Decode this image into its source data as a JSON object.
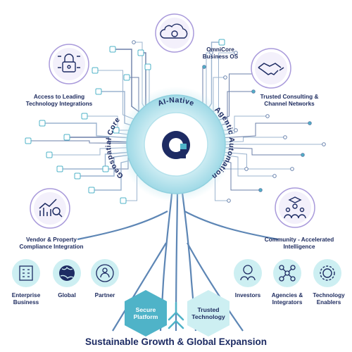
{
  "hub": {
    "arc_top": "AI-Native",
    "arc_right": "Agentic Automation",
    "arc_left": "Geospatial Core"
  },
  "nodes": {
    "omnicore": {
      "line1": "OmniCore",
      "line2": "Business OS",
      "icon": "cloud-gear-icon"
    },
    "access": {
      "line1": "Access to Leading",
      "line2": "Technology Integrations",
      "icon": "lock-circuit-icon"
    },
    "consulting": {
      "line1": "Trusted Consulting &",
      "line2": "Channel Networks",
      "icon": "handshake-icon"
    },
    "vendor": {
      "line1": "Vendor & Property",
      "line2": "Compliance Integration",
      "icon": "chart-magnifier-icon"
    },
    "community": {
      "line1": "Community - Accelerated",
      "line2": "Intelligence",
      "icon": "group-learning-icon"
    }
  },
  "left_tiles": [
    {
      "line1": "Enterprise",
      "line2": "Business",
      "icon": "building-icon"
    },
    {
      "line1": "Global",
      "line2": "",
      "icon": "globe-icon"
    },
    {
      "line1": "Partner",
      "line2": "",
      "icon": "partner-icon"
    }
  ],
  "right_tiles": [
    {
      "line1": "Investors",
      "line2": "",
      "icon": "investors-icon"
    },
    {
      "line1": "Agencies &",
      "line2": "Integrators",
      "icon": "network-icon"
    },
    {
      "line1": "Technology",
      "line2": "Enablers",
      "icon": "gear-circuit-icon"
    }
  ],
  "foundation": {
    "left_line1": "Secure",
    "left_line2": "Platform",
    "right_line1": "Trusted",
    "right_line2": "Technology"
  },
  "title": "Sustainable Growth & Global Expansion",
  "colors": {
    "navy": "#1d2b63",
    "teal": "#4fb3c8",
    "lavender": "#8b7cc8",
    "hexfill": "#cdeff2"
  }
}
